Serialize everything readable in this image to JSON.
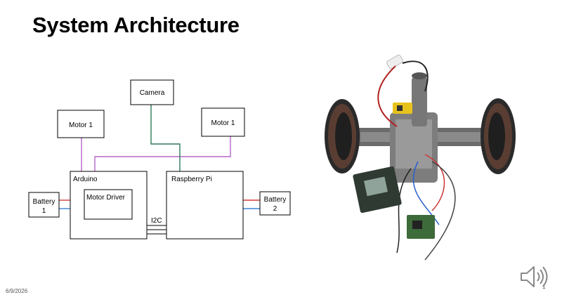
{
  "slide": {
    "title": "System Architecture",
    "date": "6/9/2026",
    "page_number": "1"
  },
  "diagram": {
    "camera": "Camera",
    "motor_left": "Motor 1",
    "motor_right": "Motor 1",
    "arduino": "Arduino",
    "motor_driver": "Motor Driver",
    "raspberry_pi": "Raspberry Pi",
    "i2c": "I2C",
    "battery_left_line1": "Battery",
    "battery_left_line2": "1",
    "battery_right_line1": "Battery",
    "battery_right_line2": "2"
  },
  "colors": {
    "purple_wire": "#b566c9",
    "green_wire": "#2e7a5a",
    "red_wire": "#d23c3c",
    "blue_wire": "#3c82d2"
  },
  "icons": {
    "audio": "speaker-icon"
  }
}
